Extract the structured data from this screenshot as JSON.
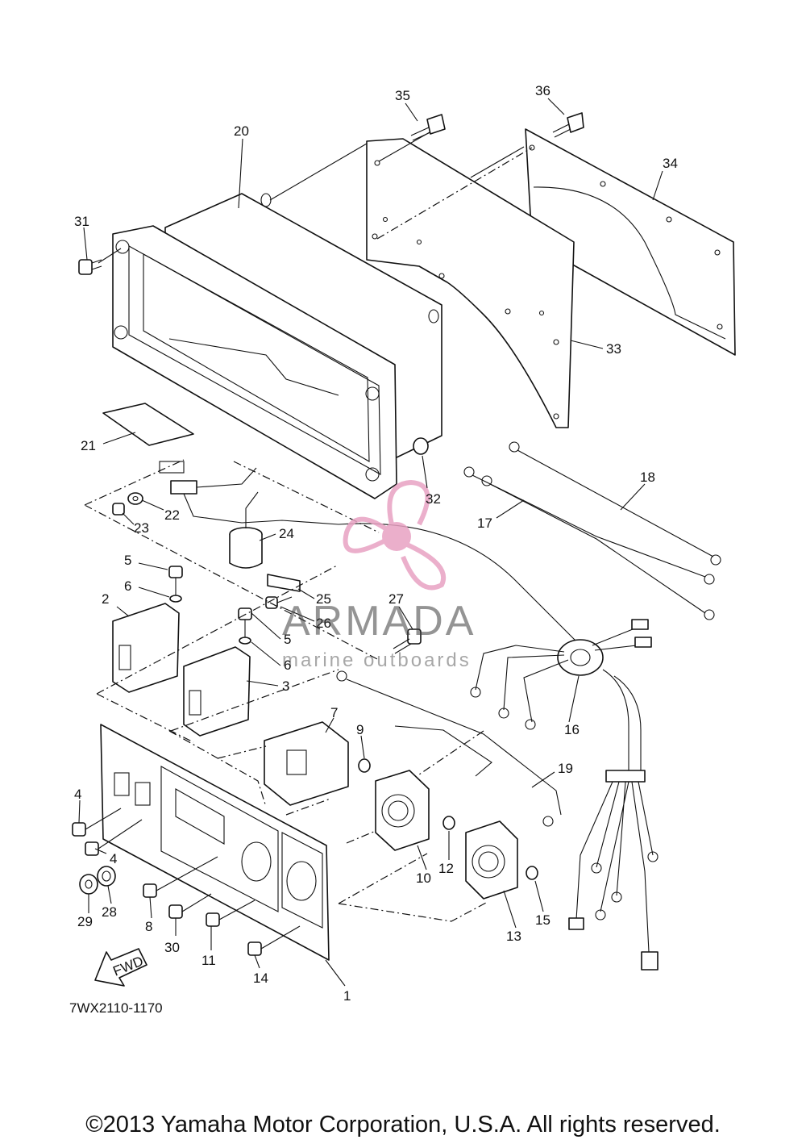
{
  "diagram_code": "7WX2110-1170",
  "copyright": "©2013 Yamaha Motor Corporation, U.S.A. All rights reserved.",
  "watermark": {
    "brand": "ARMADA",
    "tagline": "marine outboards",
    "accent_color": "#e8a2c3"
  },
  "direction_arrow": "FWD",
  "callouts": [
    "1",
    "2",
    "3",
    "4",
    "4",
    "5",
    "5",
    "6",
    "6",
    "7",
    "8",
    "9",
    "10",
    "11",
    "12",
    "13",
    "14",
    "15",
    "16",
    "17",
    "18",
    "19",
    "20",
    "21",
    "22",
    "23",
    "24",
    "25",
    "26",
    "27",
    "28",
    "29",
    "30",
    "31",
    "32",
    "33",
    "34",
    "35",
    "36"
  ]
}
